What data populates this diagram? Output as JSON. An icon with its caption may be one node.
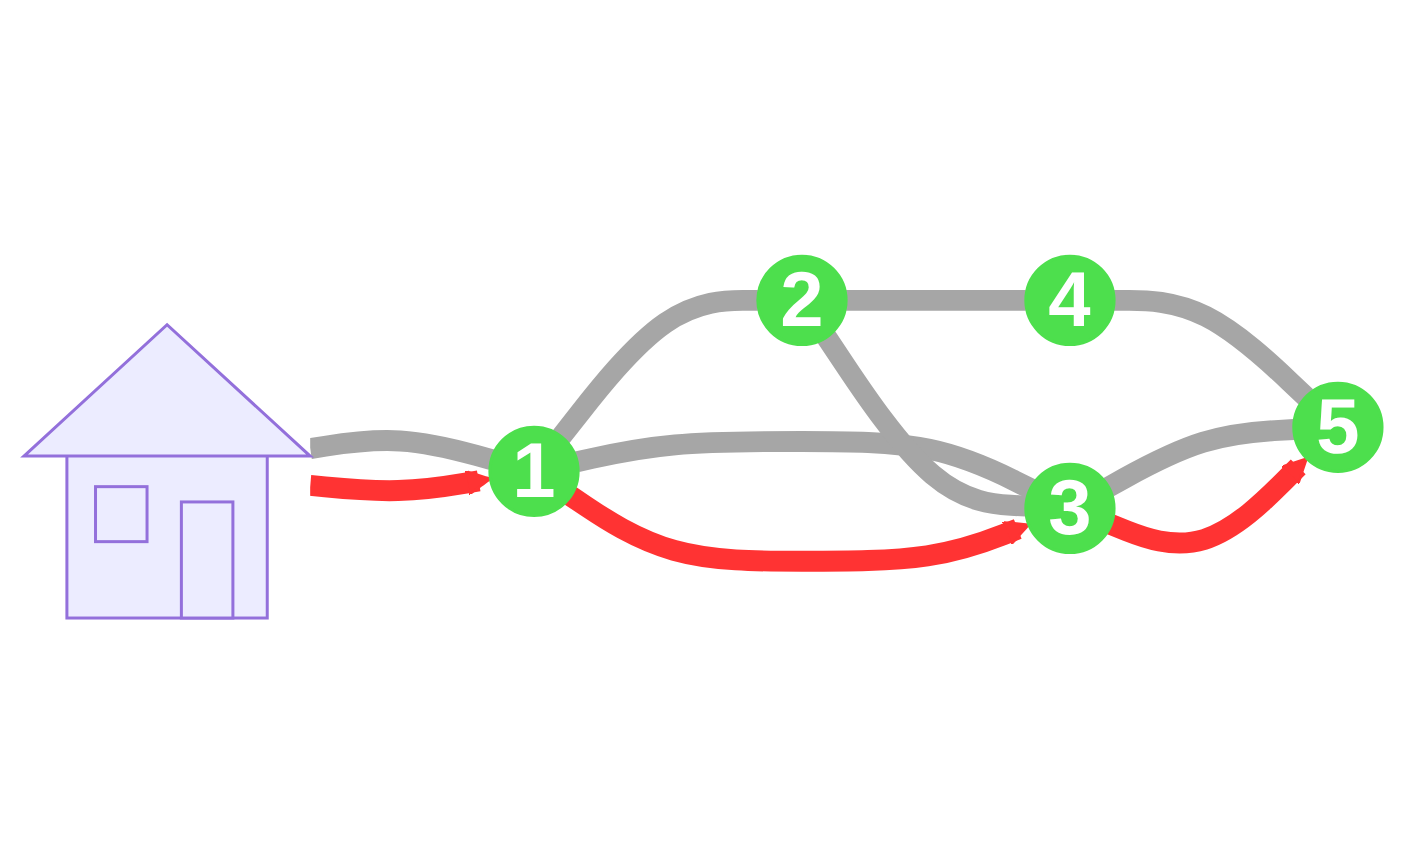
{
  "diagram": {
    "nodes": [
      {
        "text": [],
        "shape": "picture"
      },
      {
        "text": [
          "1"
        ]
      },
      {
        "text": [
          "2"
        ]
      },
      {
        "text": [
          "3"
        ]
      },
      {
        "text": [
          "4"
        ]
      },
      {
        "text": [
          "5"
        ]
      }
    ],
    "edges": [
      {
        "from": 0,
        "to": 1,
        "arrow": "none"
      },
      {
        "from": 1,
        "to": 2,
        "arrow": "none"
      },
      {
        "from": 1,
        "to": 3,
        "arrow": "none"
      },
      {
        "from": 2,
        "to": 3,
        "arrow": "none"
      },
      {
        "from": 2,
        "to": 4,
        "arrow": "none"
      },
      {
        "from": 4,
        "to": 5,
        "arrow": "none"
      },
      {
        "from": 3,
        "to": 5,
        "arrow": "none"
      },
      {
        "from": 0,
        "to": 1,
        "arrow": "to",
        "color": "#ff3333"
      },
      {
        "from": 1,
        "to": 3,
        "arrow": "to",
        "color": "#ff3333"
      },
      {
        "from": 3,
        "to": 5,
        "arrow": "to",
        "color": "#ff3333"
      }
    ]
  }
}
